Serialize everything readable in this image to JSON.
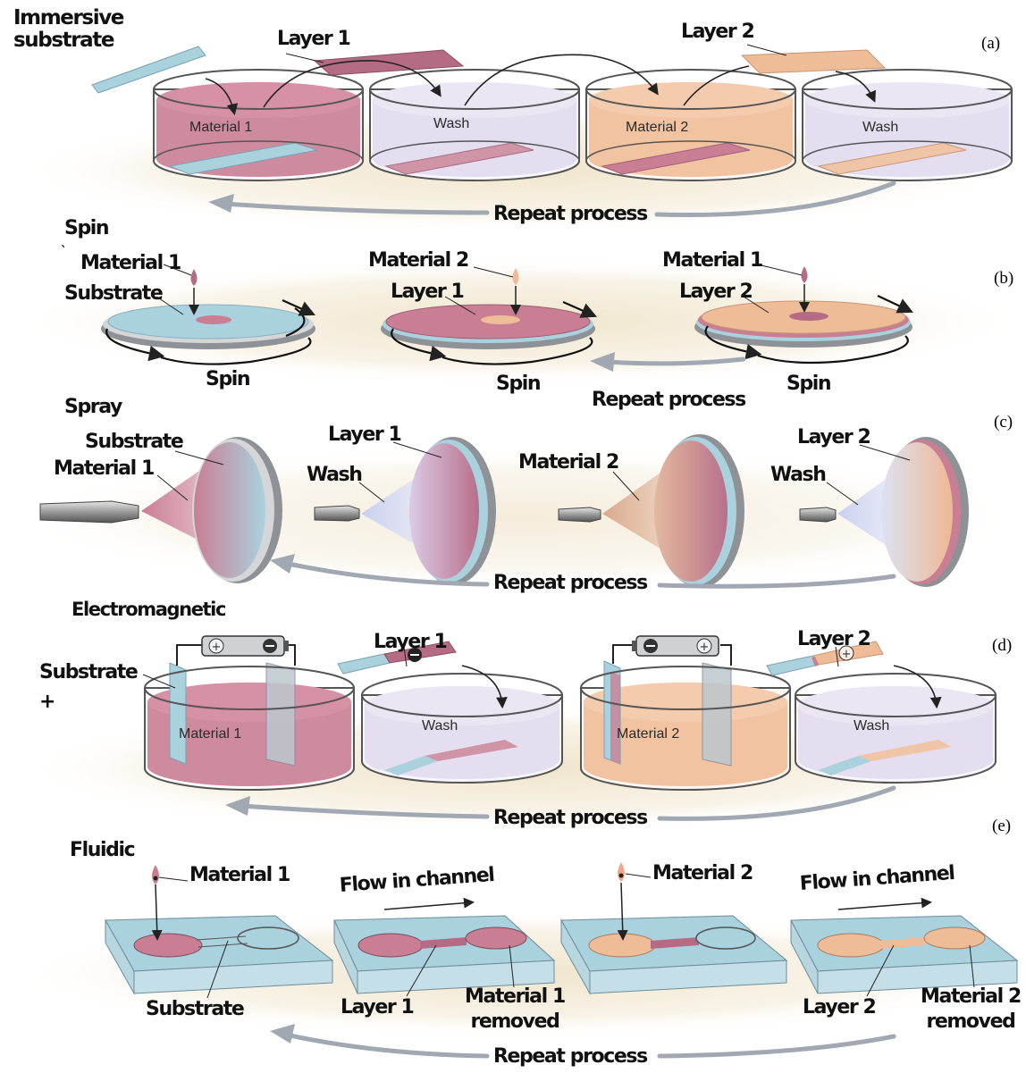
{
  "panels": {
    "a": {
      "letter": "(a)",
      "title": "Immersive\nsubstrate",
      "layer1": "Layer 1",
      "layer2": "Layer 2",
      "beaker1": "Material 1",
      "beaker2": "Wash",
      "beaker3": "Material 2",
      "beaker4": "Wash",
      "repeat": "Repeat process"
    },
    "b": {
      "letter": "(b)",
      "title": "Spin",
      "tick": "`",
      "material1": "Material 1",
      "substrate": "Substrate",
      "material2": "Material 2",
      "layer1": "Layer 1",
      "material1b": "Material 1",
      "layer2": "Layer 2",
      "spin1": "Spin",
      "spin2": "Spin",
      "spin3": "Spin",
      "repeat": "Repeat process"
    },
    "c": {
      "letter": "(c)",
      "title": "Spray",
      "substrate": "Substrate",
      "material1": "Material 1",
      "layer1": "Layer 1",
      "wash1": "Wash",
      "material2": "Material 2",
      "layer2": "Layer 2",
      "wash2": "Wash",
      "repeat": "Repeat process"
    },
    "d": {
      "letter": "(d)",
      "title": "Electromagnetic",
      "substrate": "Substrate\n+",
      "beaker1": "Material 1",
      "layer1": "Layer 1",
      "wash1": "Wash",
      "beaker3": "Material 2",
      "layer2": "Layer 2",
      "wash2": "Wash",
      "repeat": "Repeat process"
    },
    "e": {
      "letter": "(e)",
      "title": "Fluidic",
      "material1": "Material 1",
      "substrate": "Substrate",
      "flow1": "Flow in channel",
      "layer1": "Layer 1",
      "removed1": "Material 1\nremoved",
      "material2": "Material 2",
      "flow2": "Flow in channel",
      "layer2": "Layer 2",
      "removed2": "Material 2\nremoved",
      "repeat": "Repeat process"
    }
  },
  "colors": {
    "material1": "#c97e93",
    "material2": "#efbc98",
    "wash": "#e2dcef",
    "substrate": "#a9d2de",
    "arrow_gray": "#a2a8b2",
    "ground": "#efe3c8"
  }
}
